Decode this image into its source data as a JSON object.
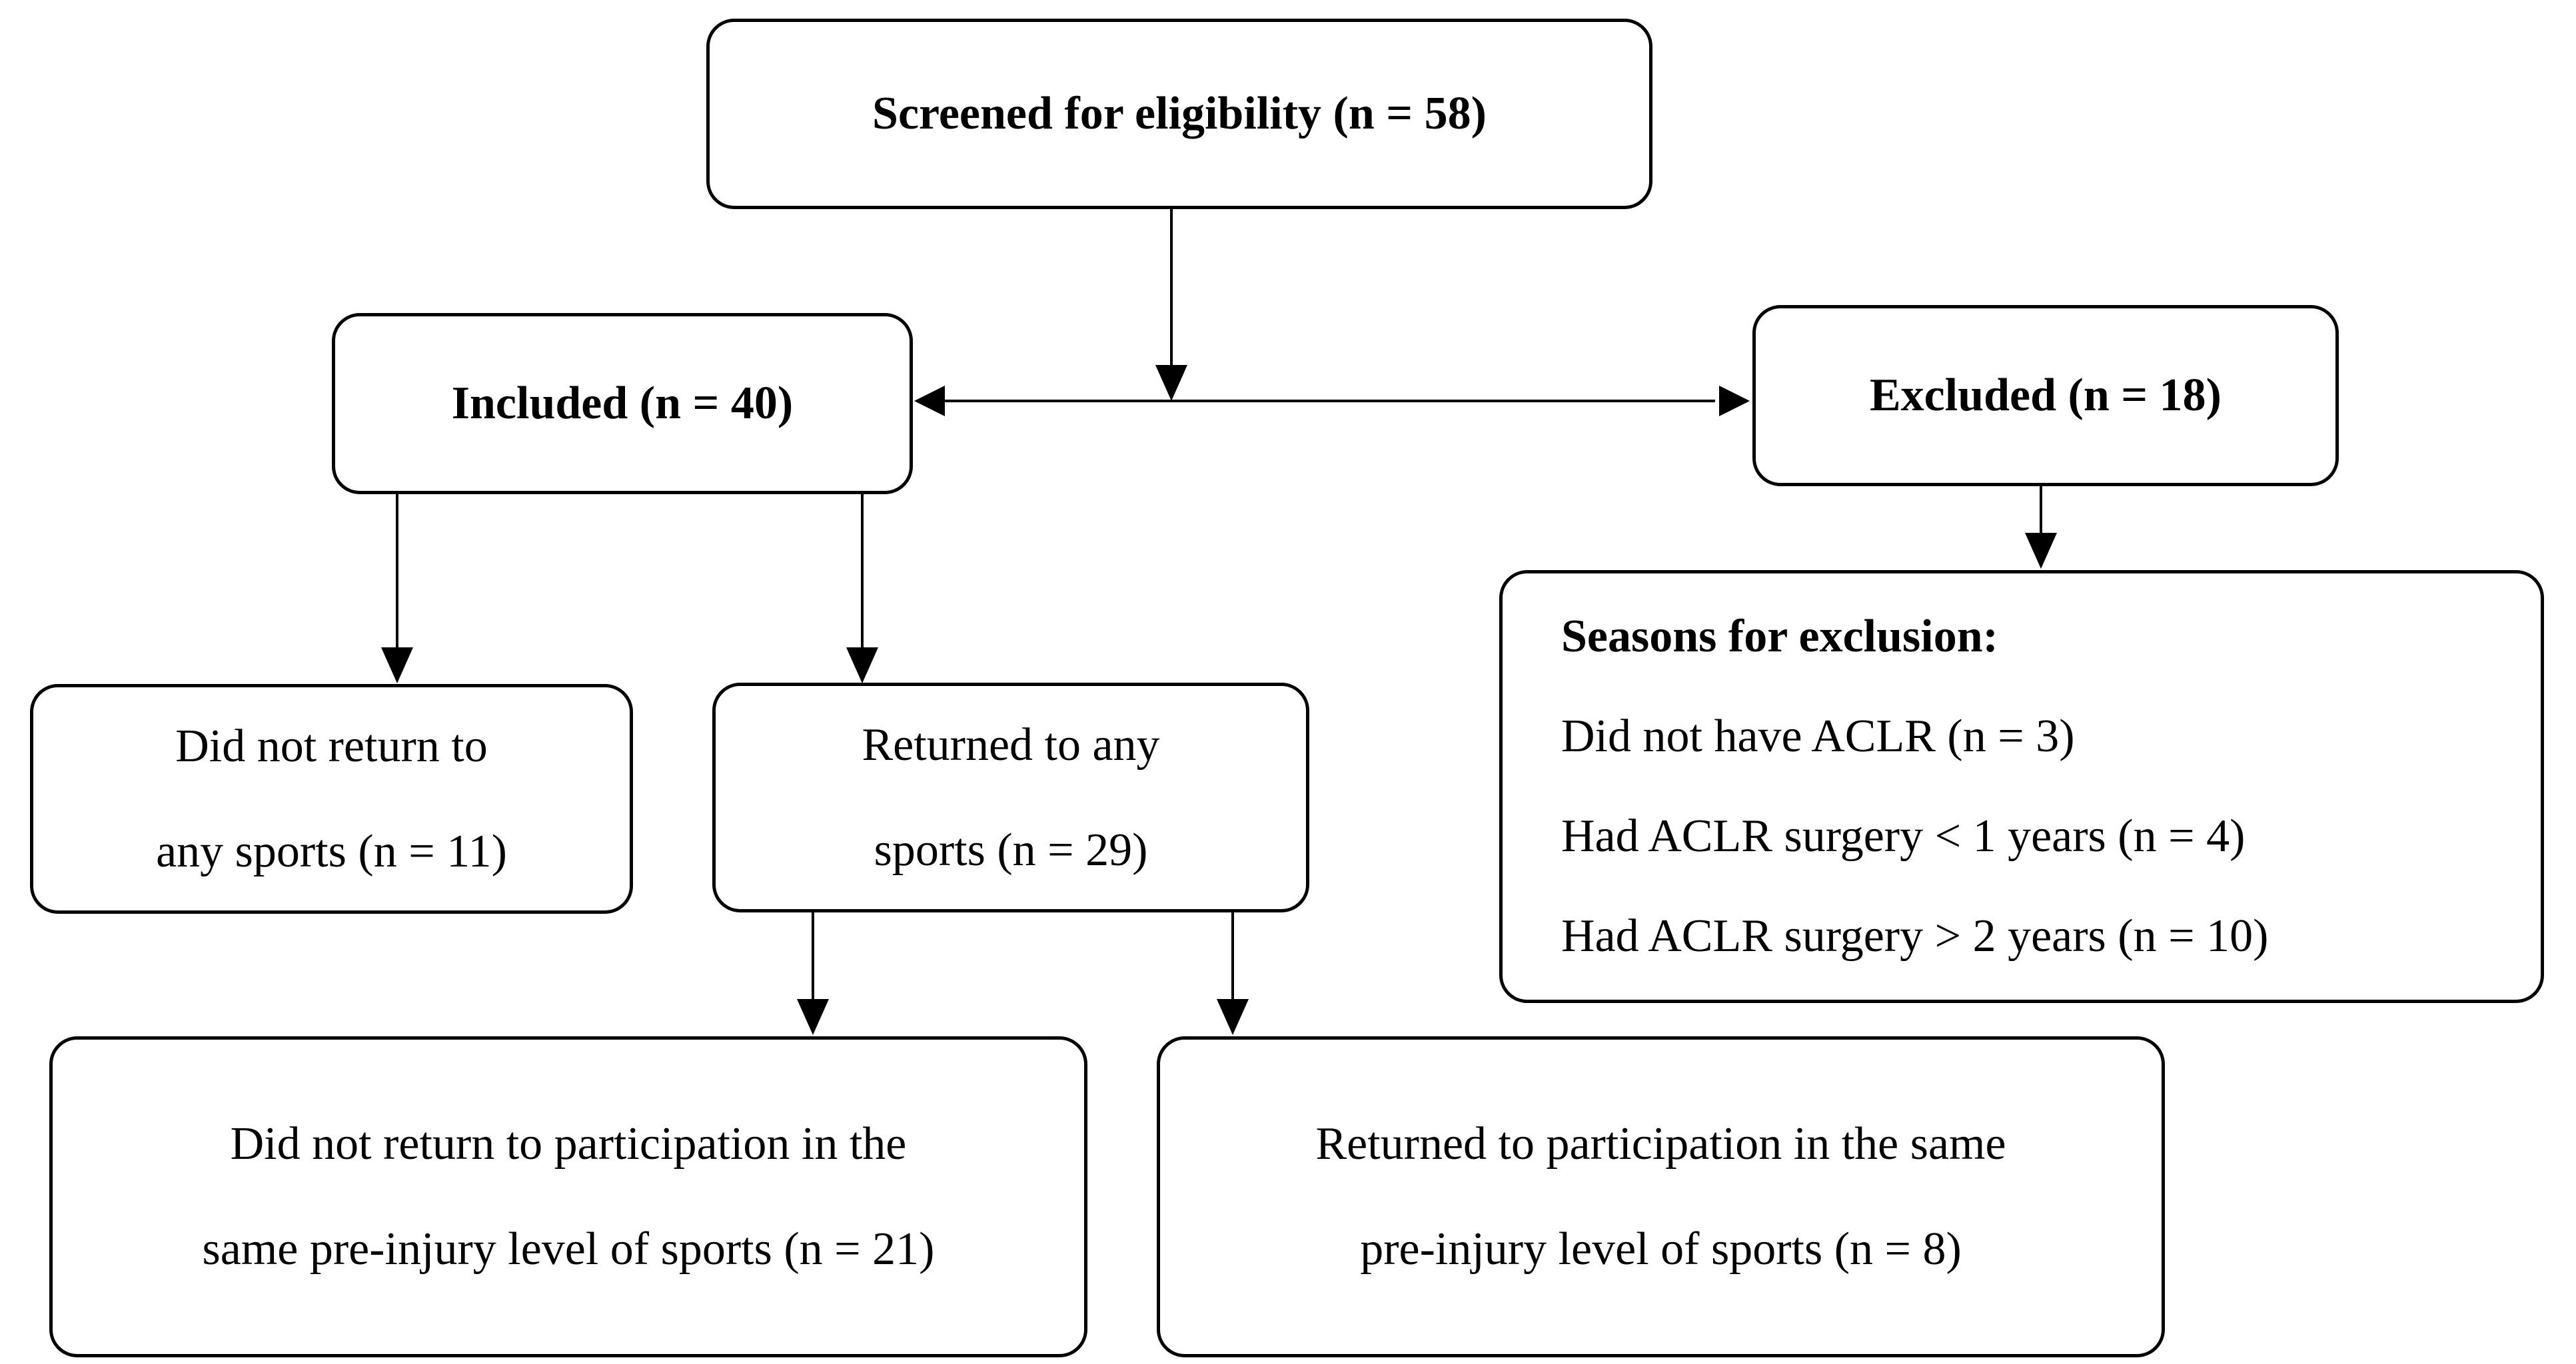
{
  "diagram": {
    "type": "participant-flow-chart",
    "colors": {
      "background": "#ffffff",
      "border": "#000000",
      "text": "#000000"
    },
    "boxes": {
      "screened": {
        "label": "Screened for eligibility (n = 58)"
      },
      "included": {
        "label": "Included (n = 40)"
      },
      "excluded": {
        "label": "Excluded (n = 18)"
      },
      "no_return_any": {
        "line1": "Did not return to",
        "line2": "any sports (n = 11)"
      },
      "returned_any": {
        "line1": "Returned to any",
        "line2": "sports (n = 29)"
      },
      "exclusion_reasons": {
        "heading": "Seasons for exclusion:",
        "items": [
          "Did not have ACLR (n = 3)",
          "Had ACLR surgery < 1 years (n = 4)",
          "Had ACLR surgery > 2 years (n = 10)"
        ]
      },
      "no_return_same_level": {
        "line1": "Did not return to participation in the",
        "line2": "same pre-injury level of sports (n = 21)"
      },
      "returned_same_level": {
        "line1": "Returned to participation in the same",
        "line2": "pre-injury level of sports (n = 8)"
      }
    }
  }
}
